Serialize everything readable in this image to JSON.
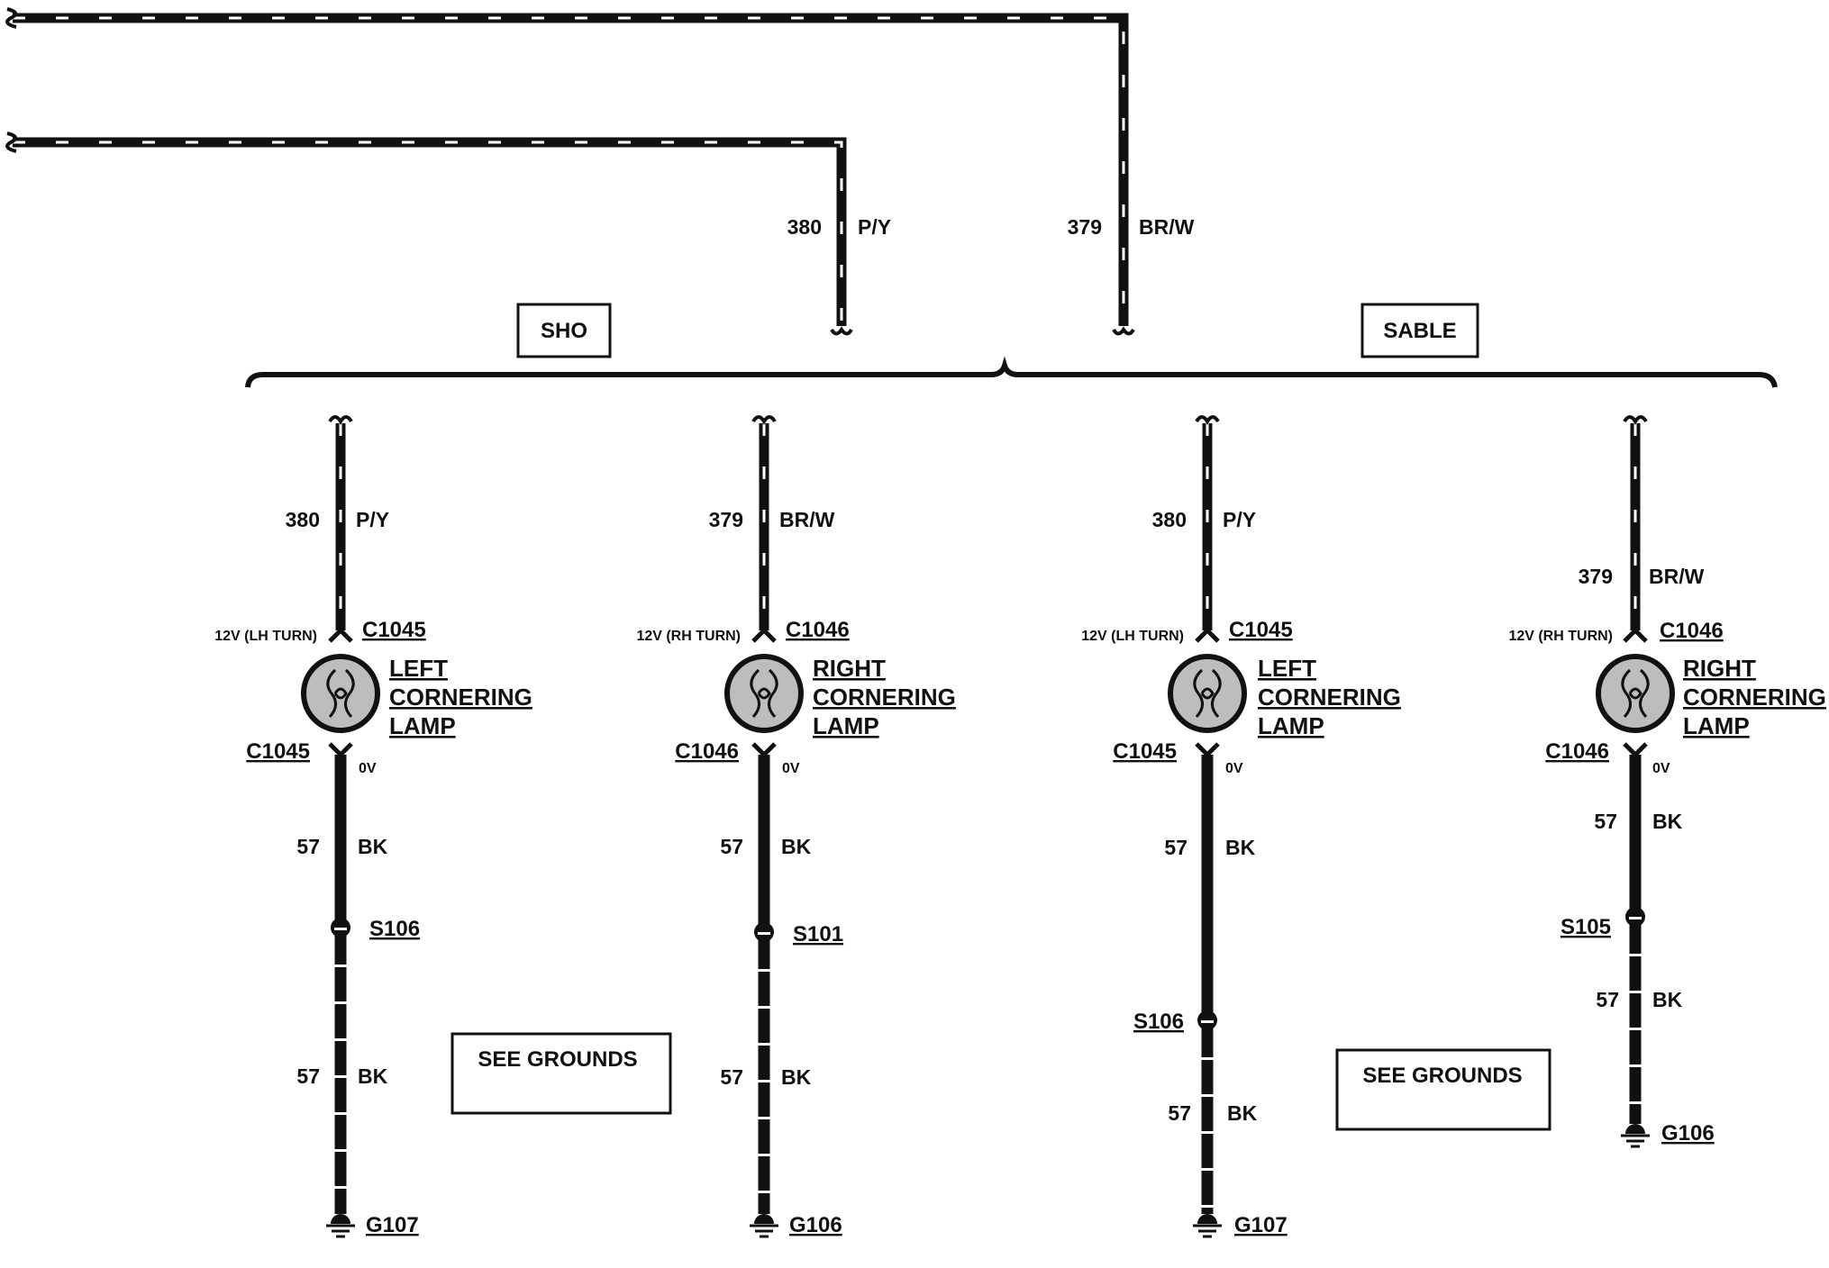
{
  "colors": {
    "ink": "#111111",
    "wire": "#111111",
    "stripe": "#ffffff",
    "lamp_fill": "#bdbdbd",
    "background": "#ffffff"
  },
  "top_wires": [
    {
      "circuit": "380",
      "color": "P/Y"
    },
    {
      "circuit": "379",
      "color": "BR/W"
    }
  ],
  "variants": [
    {
      "label": "SHO"
    },
    {
      "label": "SABLE"
    }
  ],
  "branches": [
    {
      "circuit": "380",
      "color": "P/Y",
      "voltage": "12V (LH TURN)",
      "connector_top": "C1045",
      "lamp": [
        "LEFT",
        "CORNERING",
        "LAMP"
      ],
      "connector_bottom": "C1045",
      "ground_voltage": "0V",
      "seg1": {
        "circuit": "57",
        "color": "BK"
      },
      "splice": "S106",
      "seg2": {
        "circuit": "57",
        "color": "BK"
      },
      "ground": "G107"
    },
    {
      "circuit": "379",
      "color": "BR/W",
      "voltage": "12V (RH TURN)",
      "connector_top": "C1046",
      "lamp": [
        "RIGHT",
        "CORNERING",
        "LAMP"
      ],
      "connector_bottom": "C1046",
      "ground_voltage": "0V",
      "seg1": {
        "circuit": "57",
        "color": "BK"
      },
      "splice": "S101",
      "seg2": {
        "circuit": "57",
        "color": "BK"
      },
      "ground": "G106"
    },
    {
      "circuit": "380",
      "color": "P/Y",
      "voltage": "12V (LH TURN)",
      "connector_top": "C1045",
      "lamp": [
        "LEFT",
        "CORNERING",
        "LAMP"
      ],
      "connector_bottom": "C1045",
      "ground_voltage": "0V",
      "seg1": {
        "circuit": "57",
        "color": "BK"
      },
      "splice": "S106",
      "seg2": {
        "circuit": "57",
        "color": "BK"
      },
      "ground": "G107"
    },
    {
      "circuit": "379",
      "color": "BR/W",
      "voltage": "12V (RH TURN)",
      "connector_top": "C1046",
      "lamp": [
        "RIGHT",
        "CORNERING",
        "LAMP"
      ],
      "connector_bottom": "C1046",
      "ground_voltage": "0V",
      "seg1": {
        "circuit": "57",
        "color": "BK"
      },
      "splice": "S105",
      "seg2": {
        "circuit": "57",
        "color": "BK"
      },
      "ground": "G106"
    }
  ],
  "see_grounds": [
    "SEE GROUNDS",
    "SEE GROUNDS"
  ]
}
